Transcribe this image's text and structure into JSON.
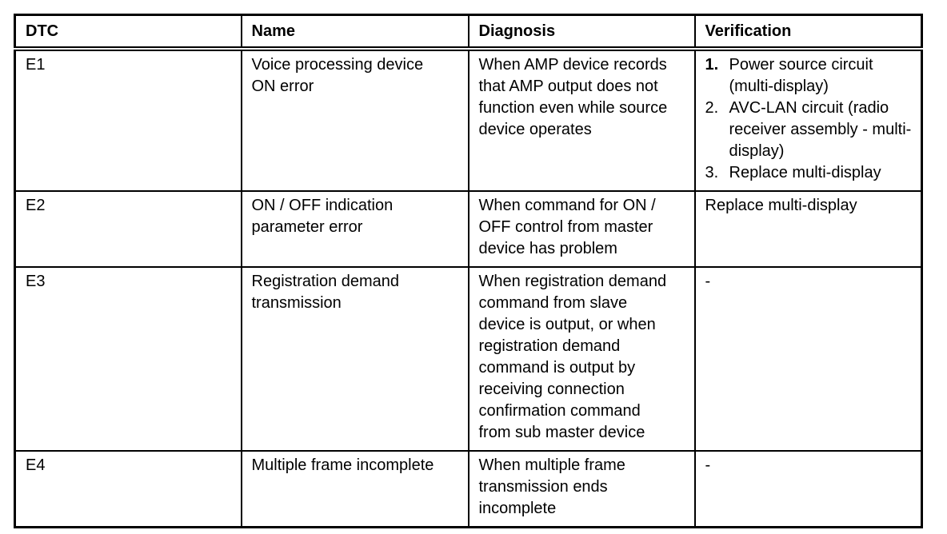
{
  "table": {
    "columns": [
      {
        "key": "dtc",
        "label": "DTC"
      },
      {
        "key": "name",
        "label": "Name"
      },
      {
        "key": "diagnosis",
        "label": "Diagnosis"
      },
      {
        "key": "verification",
        "label": "Verification"
      }
    ],
    "rows": [
      {
        "dtc": "E1",
        "name": "Voice processing device ON error",
        "diagnosis": "When AMP device records that AMP output does not function even while source device operates",
        "verification_steps": [
          {
            "num": "1.",
            "text": "Power source circuit (multi-display)"
          },
          {
            "num": "2.",
            "text": "AVC-LAN circuit (radio receiver assembly - multi-display)"
          },
          {
            "num": "3.",
            "text": "Replace multi-display"
          }
        ]
      },
      {
        "dtc": "E2",
        "name": "ON / OFF indication parameter error",
        "diagnosis": "When command for ON / OFF control from master device has problem",
        "verification_text": "Replace multi-display"
      },
      {
        "dtc": "E3",
        "name": "Registration demand transmission",
        "diagnosis": "When registration demand command from slave device is output, or when registration demand command is output by receiving connection confirmation command from sub master device",
        "verification_text": "-"
      },
      {
        "dtc": "E4",
        "name": "Multiple frame incomplete",
        "diagnosis": "When multiple frame transmission ends incomplete",
        "verification_text": "-"
      }
    ]
  },
  "colors": {
    "border": "#000000",
    "text": "#000000",
    "background": "#ffffff"
  }
}
